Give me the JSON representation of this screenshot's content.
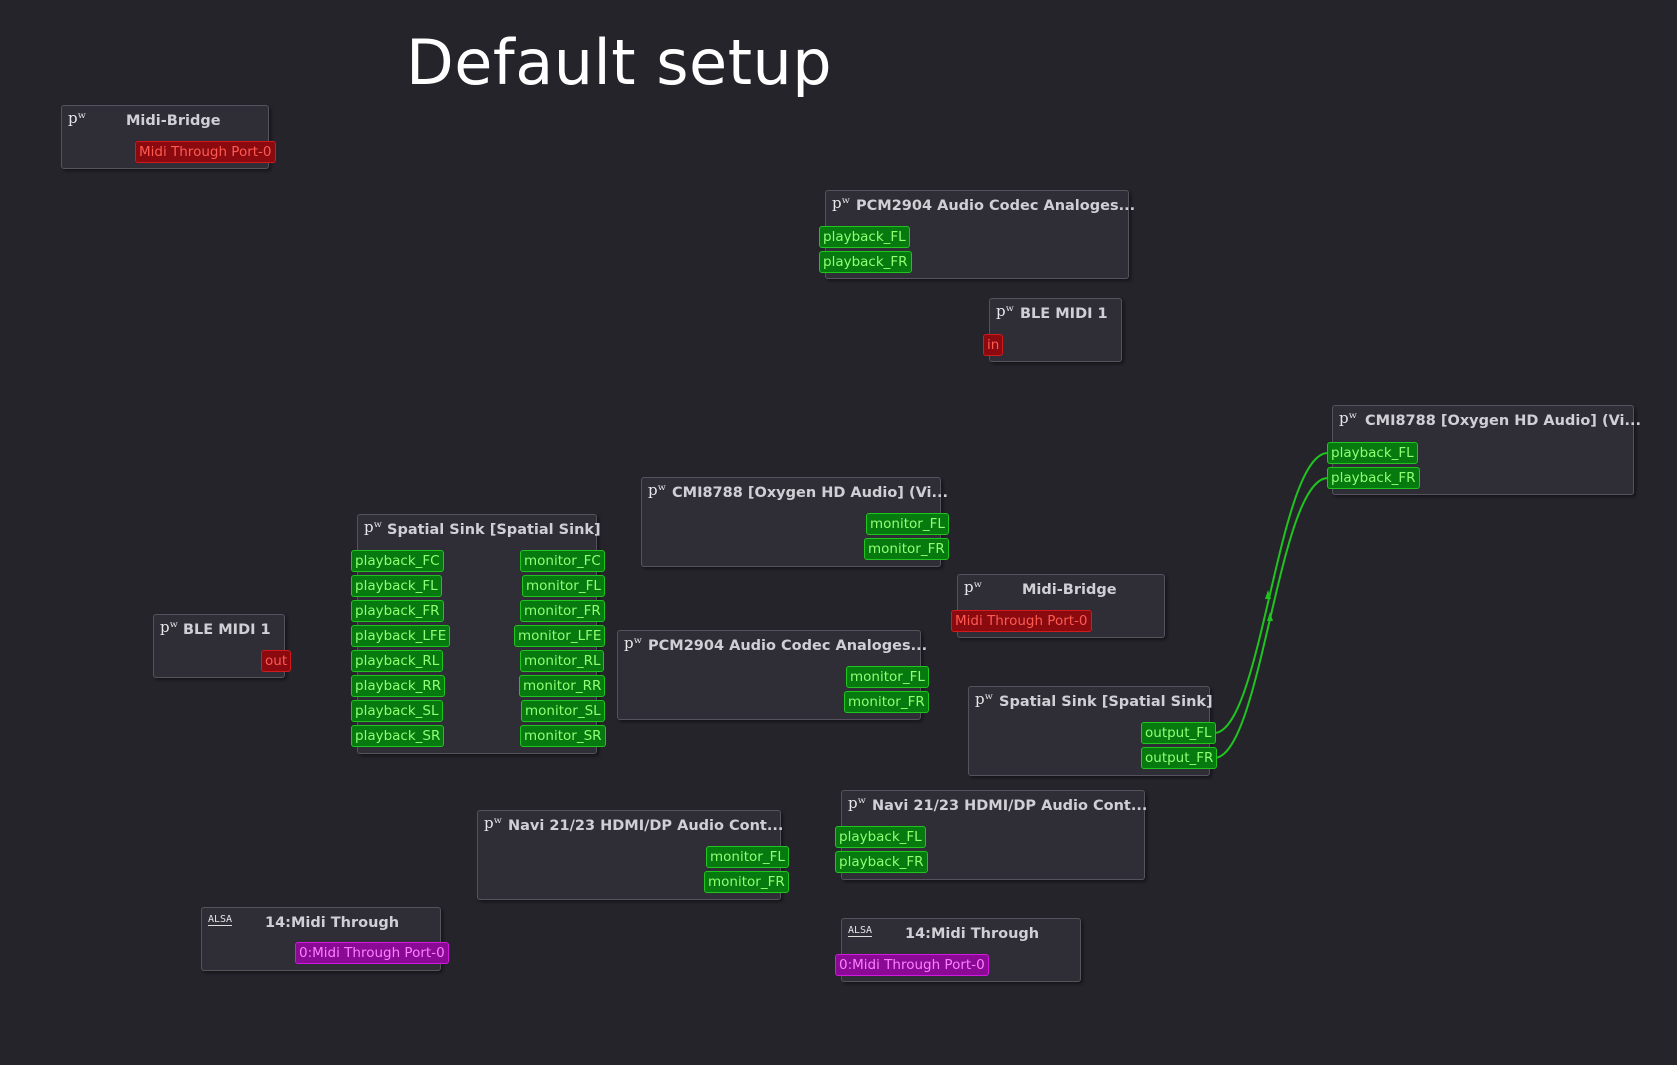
{
  "page_title": "Default setup",
  "icons": {
    "pipewire": "pipewire-icon (pʷ)",
    "alsa": "alsa-icon"
  },
  "port_colors": {
    "audio": "#077a0f",
    "midi": "#8a0a0f",
    "alsa_midi": "#8a0a96",
    "wire": "#1fc41f"
  },
  "nodes": {
    "midibridge_a": {
      "icon": "pʷ",
      "title": "Midi-Bridge",
      "port": "Midi Through Port-0"
    },
    "pcm_sink": {
      "icon": "pʷ",
      "title": "PCM2904 Audio Codec Analoges...",
      "ports": [
        "playback_FL",
        "playback_FR"
      ]
    },
    "blemidi_in": {
      "icon": "pʷ",
      "title": "BLE MIDI 1",
      "port": "in"
    },
    "cmi_sink": {
      "icon": "pʷ",
      "title": "CMI8788 [Oxygen HD Audio] (Vi...",
      "ports": [
        "playback_FL",
        "playback_FR"
      ]
    },
    "cmi_monitor": {
      "icon": "pʷ",
      "title": "CMI8788 [Oxygen HD Audio] (Vi...",
      "ports": [
        "monitor_FL",
        "monitor_FR"
      ]
    },
    "spatial_sink": {
      "icon": "pʷ",
      "title": "Spatial Sink [Spatial Sink]",
      "inputs": [
        "playback_FC",
        "playback_FL",
        "playback_FR",
        "playback_LFE",
        "playback_RL",
        "playback_RR",
        "playback_SL",
        "playback_SR"
      ],
      "outputs": [
        "monitor_FC",
        "monitor_FL",
        "monitor_FR",
        "monitor_LFE",
        "monitor_RL",
        "monitor_RR",
        "monitor_SL",
        "monitor_SR"
      ]
    },
    "midibridge_b": {
      "icon": "pʷ",
      "title": "Midi-Bridge",
      "port": "Midi Through Port-0"
    },
    "blemidi_out": {
      "icon": "pʷ",
      "title": "BLE MIDI 1",
      "port": "out"
    },
    "pcm_monitor": {
      "icon": "pʷ",
      "title": "PCM2904 Audio Codec Analoges...",
      "ports": [
        "monitor_FL",
        "monitor_FR"
      ]
    },
    "spatial_source": {
      "icon": "pʷ",
      "title": "Spatial Sink [Spatial Sink]",
      "ports": [
        "output_FL",
        "output_FR"
      ]
    },
    "navi_monitor": {
      "icon": "pʷ",
      "title": "Navi 21/23 HDMI/DP Audio Cont...",
      "ports": [
        "monitor_FL",
        "monitor_FR"
      ]
    },
    "navi_sink": {
      "icon": "pʷ",
      "title": "Navi 21/23 HDMI/DP Audio Cont...",
      "ports": [
        "playback_FL",
        "playback_FR"
      ]
    },
    "alsa_midi_a": {
      "icon": "ALSA",
      "title": "14:Midi Through",
      "port": "0:Midi Through Port-0"
    },
    "alsa_midi_b": {
      "icon": "ALSA",
      "title": "14:Midi Through",
      "port": "0:Midi Through Port-0"
    }
  }
}
